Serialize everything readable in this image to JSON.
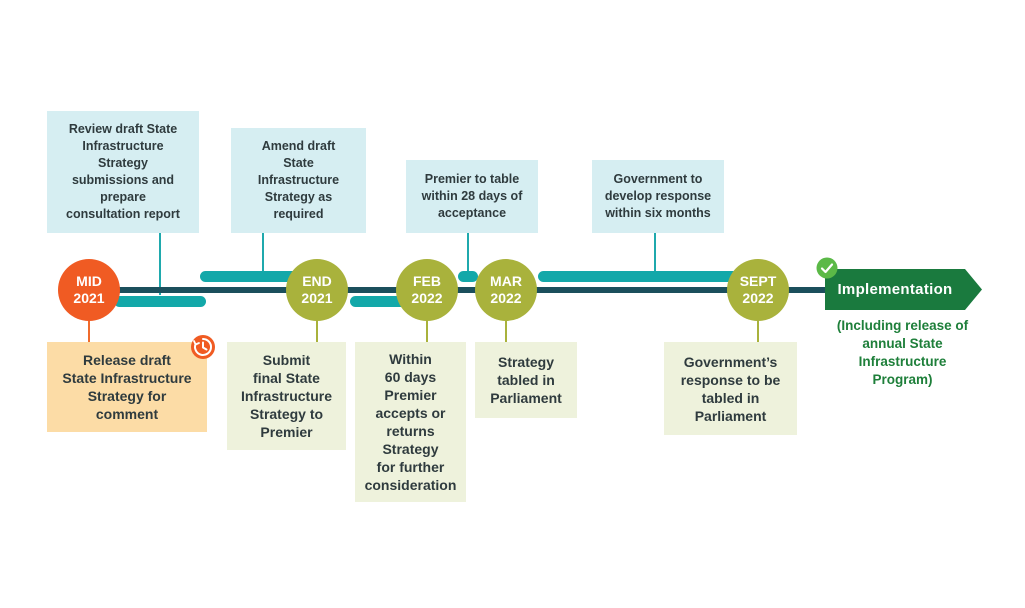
{
  "milestones": [
    {
      "label": "MID\n2021"
    },
    {
      "label": "END\n2021"
    },
    {
      "label": "FEB\n2022"
    },
    {
      "label": "MAR\n2022"
    },
    {
      "label": "SEPT\n2022"
    }
  ],
  "top_boxes": [
    {
      "text": "Review draft State\nInfrastructure\nStrategy\nsubmissions and\nprepare\nconsultation report"
    },
    {
      "text": "Amend draft\nState\nInfrastructure\nStrategy as\nrequired"
    },
    {
      "text": "Premier to table\nwithin 28 days of\nacceptance"
    },
    {
      "text": "Government to\ndevelop response\nwithin six months"
    }
  ],
  "bottom_boxes": [
    {
      "text": "Release draft\nState Infrastructure\nStrategy for\ncomment"
    },
    {
      "text": "Submit\nfinal State\nInfrastructure\nStrategy to\nPremier"
    },
    {
      "text": "Within\n60 days\nPremier\naccepts or\nreturns\nStrategy\nfor further\nconsideration"
    },
    {
      "text": "Strategy\ntabled in\nParliament"
    },
    {
      "text": "Government’s\nresponse to be\ntabled in\nParliament"
    }
  ],
  "implementation": {
    "label": "Implementation",
    "note": "(Including release of annual State Infrastructure Program)"
  },
  "icons": [
    "clock-icon",
    "checkmark-icon"
  ],
  "colors": {
    "spine": "#1b4f5c",
    "bars": "#13a8a9",
    "milestone_first": "#f05b23",
    "milestone_other": "#a9b23c",
    "top_box": "#d6eef2",
    "bottom_box": "#eef2dc",
    "bottom_box_first": "#fcdca6",
    "implementation": "#1a7a3e",
    "checkmark": "#5bb947"
  }
}
